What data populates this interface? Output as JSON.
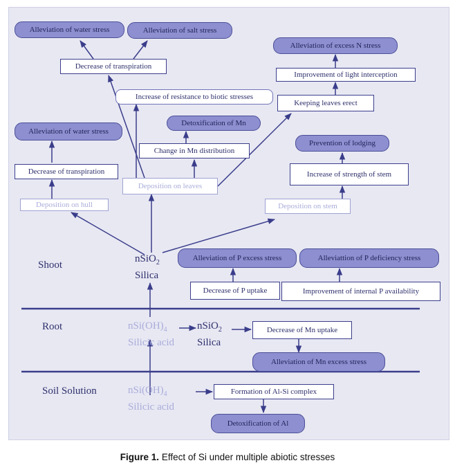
{
  "zones": {
    "shoot": "Shoot",
    "root": "Root",
    "soil": "Soil Solution"
  },
  "chem": {
    "shoot_formula_base": "nSiO",
    "shoot_formula_sub": "2",
    "shoot_name": "Silica",
    "root_acid_base": "nSi(OH)",
    "root_acid_sub": "4",
    "root_acid_name": "Silicic acid",
    "root_silica_base": "nSiO",
    "root_silica_sub": "2",
    "root_silica_name": "Silica",
    "soil_acid_base": "nSi(OH)",
    "soil_acid_sub": "4",
    "soil_acid_name": "Silicic acid"
  },
  "nodes": {
    "alleviation_water_top": "Alleviation of water stress",
    "alleviation_salt": "Alleviation of salt stress",
    "decrease_transpiration_top": "Decrease of transpiration",
    "alleviation_excess_n": "Alleviation of excess N stress",
    "improvement_light": "Improvement of light interception",
    "keeping_leaves_erect": "Keeping leaves erect",
    "increase_resistance_biotic": "Increase of resistance to biotic stresses",
    "detox_mn": "Detoxification of Mn",
    "change_mn_distribution": "Change in Mn distribution",
    "alleviation_water_mid": "Alleviation of water stress",
    "decrease_transpiration_mid": "Decrease of transpiration",
    "prevention_lodging": "Prevention of lodging",
    "increase_strength_stem": "Increase of strength of stem",
    "deposition_hull": "Deposition on hull",
    "deposition_leaves": "Deposition on leaves",
    "deposition_stem": "Deposition on stem",
    "alleviation_p_excess": "Alleviation of P excess stress",
    "alleviation_p_deficiency": "Alleviattion of P deficiency stress",
    "decrease_p_uptake": "Decrease of P uptake",
    "improvement_internal_p": "Improvement of internal P availability",
    "decrease_mn_uptake": "Decrease of Mn uptake",
    "alleviation_mn_excess": "Alleviation of Mn excess stress",
    "formation_al_si": "Formation of Al-Si complex",
    "detox_al": "Detoxification of Al"
  },
  "caption": {
    "label": "Figure 1.",
    "text": "Effect of Si under multiple abiotic stresses"
  },
  "colors": {
    "panel_bg": "#e8e8f3",
    "line": "#3a3d8a",
    "pill_fill": "#8d8fd0",
    "faded": "#a9acd9"
  }
}
